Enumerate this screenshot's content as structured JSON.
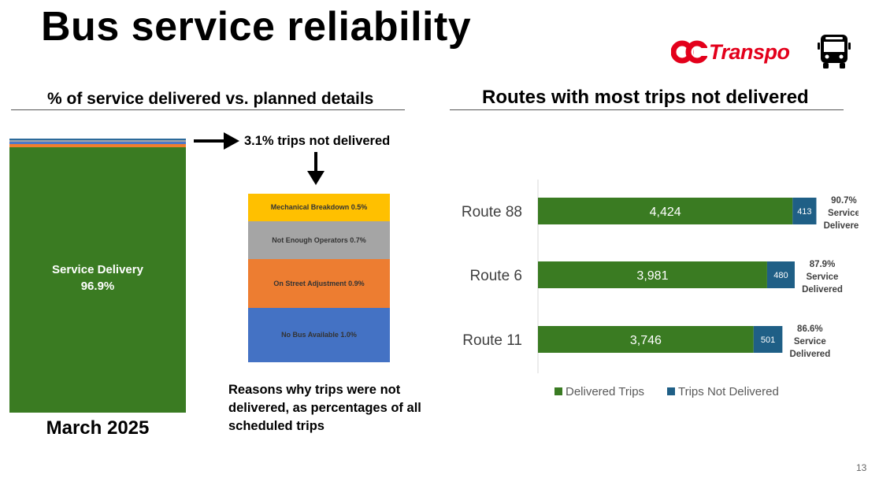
{
  "page": {
    "title": "Bus service reliability",
    "brand": "Transpo",
    "page_number": "13",
    "brand_color": "#e3001b",
    "bus_icon": "bus-icon"
  },
  "left_panel": {
    "heading": "% of service delivered vs. planned details",
    "month_label": "March 2025",
    "arrow_label": "3.1% trips not delivered",
    "caption": "Reasons why trips were not delivered, as percentages of all scheduled  trips"
  },
  "right_panel": {
    "heading": "Routes with most trips not delivered"
  },
  "chart_data": [
    {
      "type": "bar",
      "orientation": "vertical-stacked",
      "categories": [
        "March 2025"
      ],
      "series": [
        {
          "name": "Service Delivery",
          "values": [
            96.9
          ],
          "label": "Service Delivery\n96.9%",
          "color": "#3a7b22"
        },
        {
          "name": "Reasons",
          "values": [
            1.0
          ],
          "color": "#f07e2c"
        },
        {
          "name": "Reasons",
          "values": [
            0.9
          ],
          "color": "#4d78c8"
        },
        {
          "name": "Reasons",
          "values": [
            0.7
          ],
          "color": "#a5a5a5"
        },
        {
          "name": "Reasons",
          "values": [
            0.5
          ],
          "color": "#2c6a9a"
        }
      ],
      "ylim": [
        0,
        100
      ]
    },
    {
      "type": "bar",
      "orientation": "vertical-stacked",
      "categories": [
        "Reasons"
      ],
      "series": [
        {
          "name": "No Bus Available",
          "values": [
            1.0
          ],
          "label": "No Bus Available 1.0%",
          "color": "#4472c4"
        },
        {
          "name": "On Street Adjustment",
          "values": [
            0.9
          ],
          "label": "On Street Adjustment 0.9%",
          "color": "#ed7d31"
        },
        {
          "name": "Not Enough Operators",
          "values": [
            0.7
          ],
          "label": "Not Enough Operators 0.7%",
          "color": "#a5a5a5"
        },
        {
          "name": "Mechanical Breakdown",
          "values": [
            0.5
          ],
          "label": "Mechanical Breakdown 0.5%",
          "color": "#ffc000"
        }
      ]
    },
    {
      "type": "bar",
      "orientation": "horizontal-stacked",
      "categories": [
        "Route 88",
        "Route 6",
        "Route 11"
      ],
      "series": [
        {
          "name": "Delivered Trips",
          "values": [
            4424,
            3981,
            3746
          ],
          "labels": [
            "4,424",
            "3,981",
            "3,746"
          ],
          "color": "#3a7b22"
        },
        {
          "name": "Trips Not Delivered",
          "values": [
            413,
            480,
            501
          ],
          "labels": [
            "413",
            "480",
            "501"
          ],
          "color": "#1f5f86"
        }
      ],
      "annotations": [
        [
          "90.7%",
          "Service",
          "Delivered"
        ],
        [
          "87.9%",
          "Service",
          "Delivered"
        ],
        [
          "86.6%",
          "Service",
          "Delivered"
        ]
      ],
      "legend": "bottom",
      "xlim": [
        0,
        5200
      ]
    }
  ]
}
